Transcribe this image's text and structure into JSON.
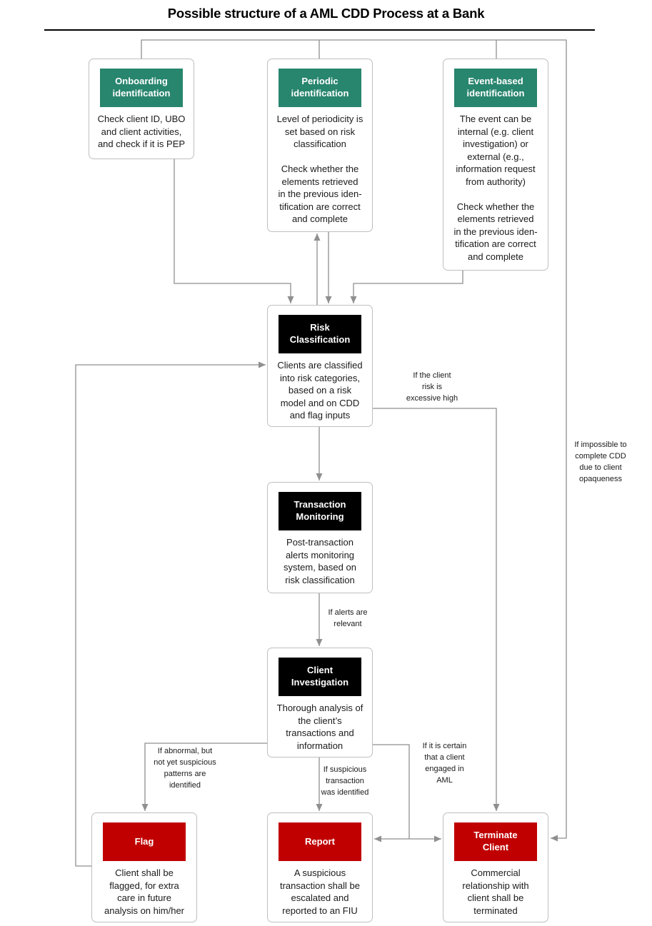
{
  "title": "Possible structure of a AML CDD Process at a Bank",
  "colors": {
    "teal": "#28856E",
    "red": "#C00000",
    "black": "#000000",
    "border": "#BFBFBF",
    "line": "#8F8F8F",
    "text": "#1A1A1A"
  },
  "nodes": {
    "onboarding": {
      "header": "Onboarding\nidentification",
      "body": "Check client ID, UBO\nand client activities,\nand check if it is PEP"
    },
    "periodic": {
      "header": "Periodic\nidentification",
      "body": "Level of periodicity is\nset based on risk\nclassification\n\nCheck whether the\nelements retrieved\nin the previous iden-\ntification are correct\nand complete"
    },
    "event_based": {
      "header": "Event-based\nidentification",
      "body": "The event can be\ninternal (e.g. client\ninvestigation) or\nexternal (e.g.,\ninformation request\nfrom authority)\n\nCheck whether the\nelements retrieved\nin the previous iden-\ntification are correct\nand complete"
    },
    "risk_classification": {
      "header": "Risk\nClassification",
      "body": "Clients are classified\ninto risk categories,\nbased on a risk\nmodel and on CDD\nand flag inputs"
    },
    "transaction_monitoring": {
      "header": "Transaction\nMonitoring",
      "body": "Post-transaction\nalerts monitoring\nsystem, based on\nrisk classification"
    },
    "client_investigation": {
      "header": "Client\nInvestigation",
      "body": "Thorough analysis of\nthe client’s\ntransactions and\ninformation"
    },
    "flag": {
      "header": "Flag",
      "body": "Client shall be\nflagged, for extra\ncare in future\nanalysis on him/her"
    },
    "report": {
      "header": "Report",
      "body": "A suspicious\ntransaction shall be\nescalated and\nreported to an FIU"
    },
    "terminate_client": {
      "header": "Terminate\nClient",
      "body": "Commercial\nrelationship with\nclient shall be\nterminated"
    }
  },
  "edge_labels": {
    "excessive_high": "If the client\nrisk is\nexcessive high",
    "impossible_cdd": "If impossible to\ncomplete CDD\ndue to client\nopaqueness",
    "alerts_relevant": "If alerts are\nrelevant",
    "abnormal_patterns": "If abnormal, but\nnot yet suspicious\npatterns are\nidentified",
    "suspicious_transaction": "If suspicious\ntransaction\nwas identified",
    "certain_aml": "If it is certain\nthat a client\nengaged in\nAML"
  }
}
